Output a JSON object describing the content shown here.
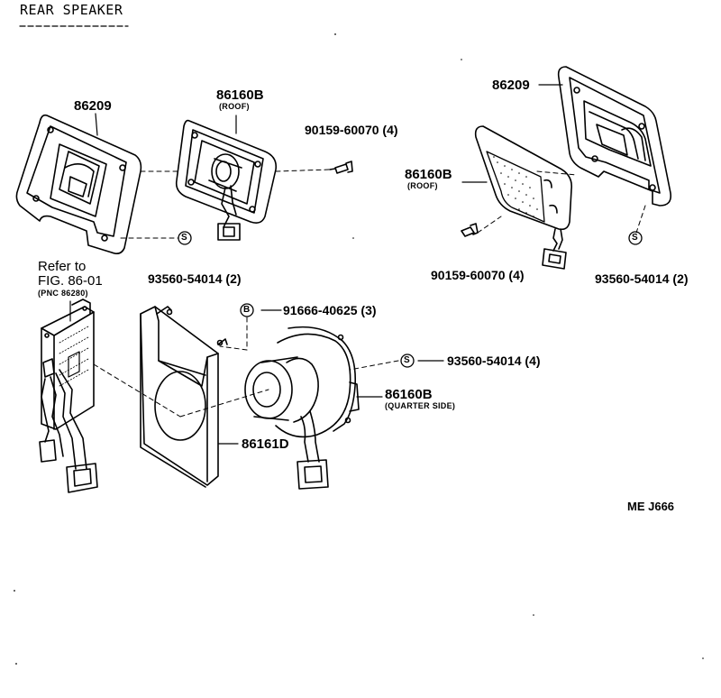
{
  "title": "REAR SPEAKER",
  "parts": {
    "cover_left": "86209",
    "speaker_roof_left": "86160B",
    "speaker_roof_left_note": "(ROOF)",
    "screw_left": "90159-60070 (4)",
    "clip_left": "93560-54014 (2)",
    "cover_right": "86209",
    "speaker_roof_right": "86160B",
    "speaker_roof_right_note": "(ROOF)",
    "screw_right": "90159-60070 (4)",
    "clip_right": "93560-54014 (2)",
    "bolt": "91666-40625 (3)",
    "clip_quarter": "93560-54014 (4)",
    "speaker_quarter": "86160B",
    "speaker_quarter_note": "(QUARTER SIDE)",
    "bracket": "86161D"
  },
  "reference": {
    "line1": "Refer to",
    "line2": "FIG. 86-01",
    "line3": "(PNC 86280)"
  },
  "badges": {
    "s": "S",
    "b": "B"
  },
  "code": "ME  J666"
}
